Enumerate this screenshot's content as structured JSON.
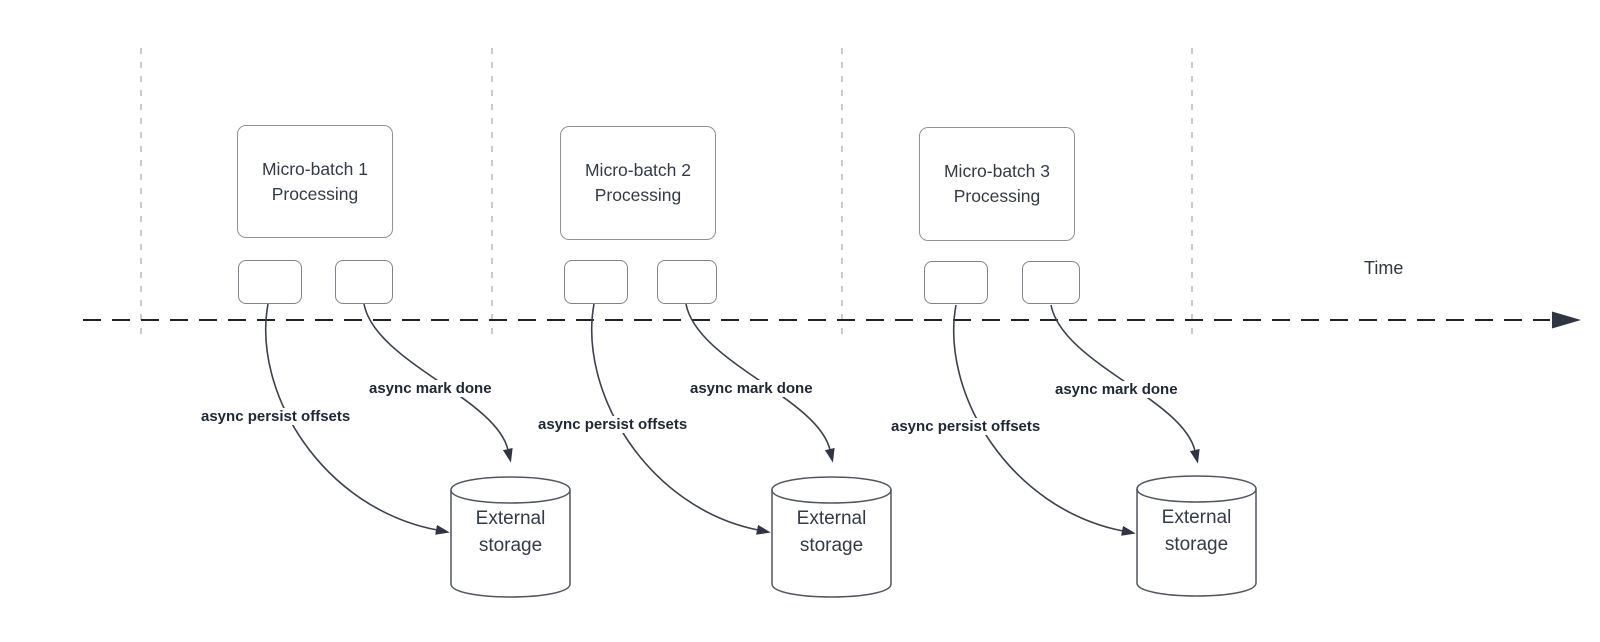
{
  "diagram": {
    "time_axis_label": "Time",
    "batches": [
      {
        "title": "Micro-batch 1 Processing",
        "persist_label": "async persist offsets",
        "done_label": "async mark done",
        "storage_label": "External storage"
      },
      {
        "title": "Micro-batch 2 Processing",
        "persist_label": "async persist offsets",
        "done_label": "async mark done",
        "storage_label": "External storage"
      },
      {
        "title": "Micro-batch 3 Processing",
        "persist_label": "async persist offsets",
        "done_label": "async mark done",
        "storage_label": "External storage"
      }
    ],
    "colors": {
      "background": "#ffffff",
      "box_border": "#8e939b",
      "storage_border": "#50565f",
      "connector": "#3c424d",
      "arrowhead": "#2f3542",
      "timeline": "#1f2226",
      "lane_divider": "#b9babc",
      "text": "#333b49",
      "edge_label_text": "#1e2736"
    }
  }
}
